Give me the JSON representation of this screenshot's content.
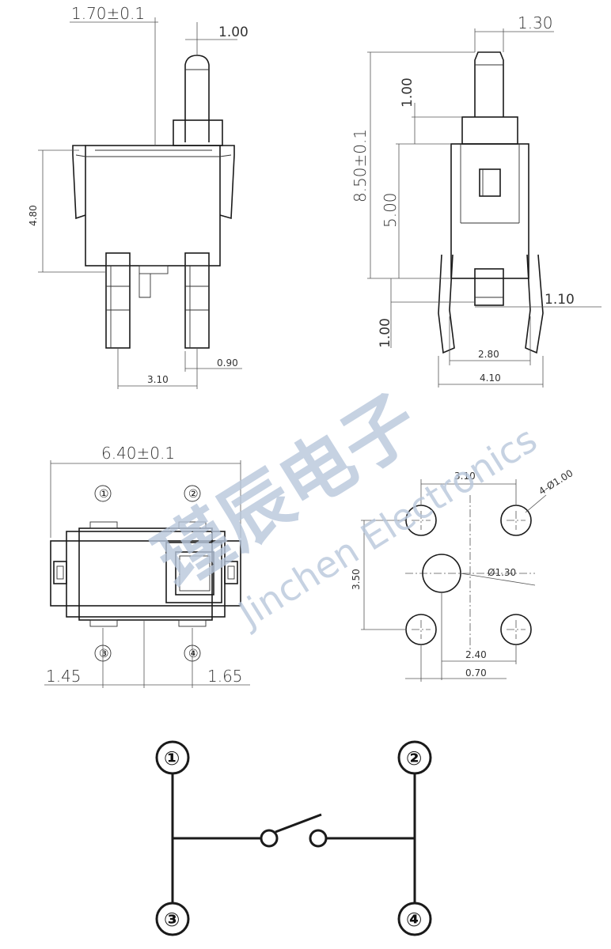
{
  "front_view": {
    "dim_width": "1.70±0.1",
    "dim_actuator": "1.00",
    "dim_height": "4.80",
    "dim_pitch": "3.10",
    "dim_lead": "0.90"
  },
  "side_view": {
    "dim_actuator_w": "1.30",
    "dim_total_h": "8.50±0.1",
    "dim_stroke": "1.00",
    "dim_body_h": "5.00",
    "dim_lead_len": "1.00",
    "dim_lead_offset": "1.10",
    "dim_inner": "2.80",
    "dim_outer": "4.10"
  },
  "top_view": {
    "dim_width": "6.40±0.1",
    "dim_left": "1.45",
    "dim_right": "1.65",
    "pins": [
      "①",
      "②",
      "③",
      "④"
    ]
  },
  "footprint": {
    "dim_pitch_x": "3.10",
    "dim_hole": "4-Ø1.00",
    "dim_pitch_y": "3.50",
    "dim_center_hole": "Ø1.30",
    "dim_offset_a": "2.40",
    "dim_offset_b": "0.70"
  },
  "schematic": {
    "pins": [
      "①",
      "②",
      "③",
      "④"
    ]
  },
  "watermark": {
    "chinese": "瑾辰电子",
    "english": "Jinchen Electronics",
    "color": "#b8c7dc"
  }
}
